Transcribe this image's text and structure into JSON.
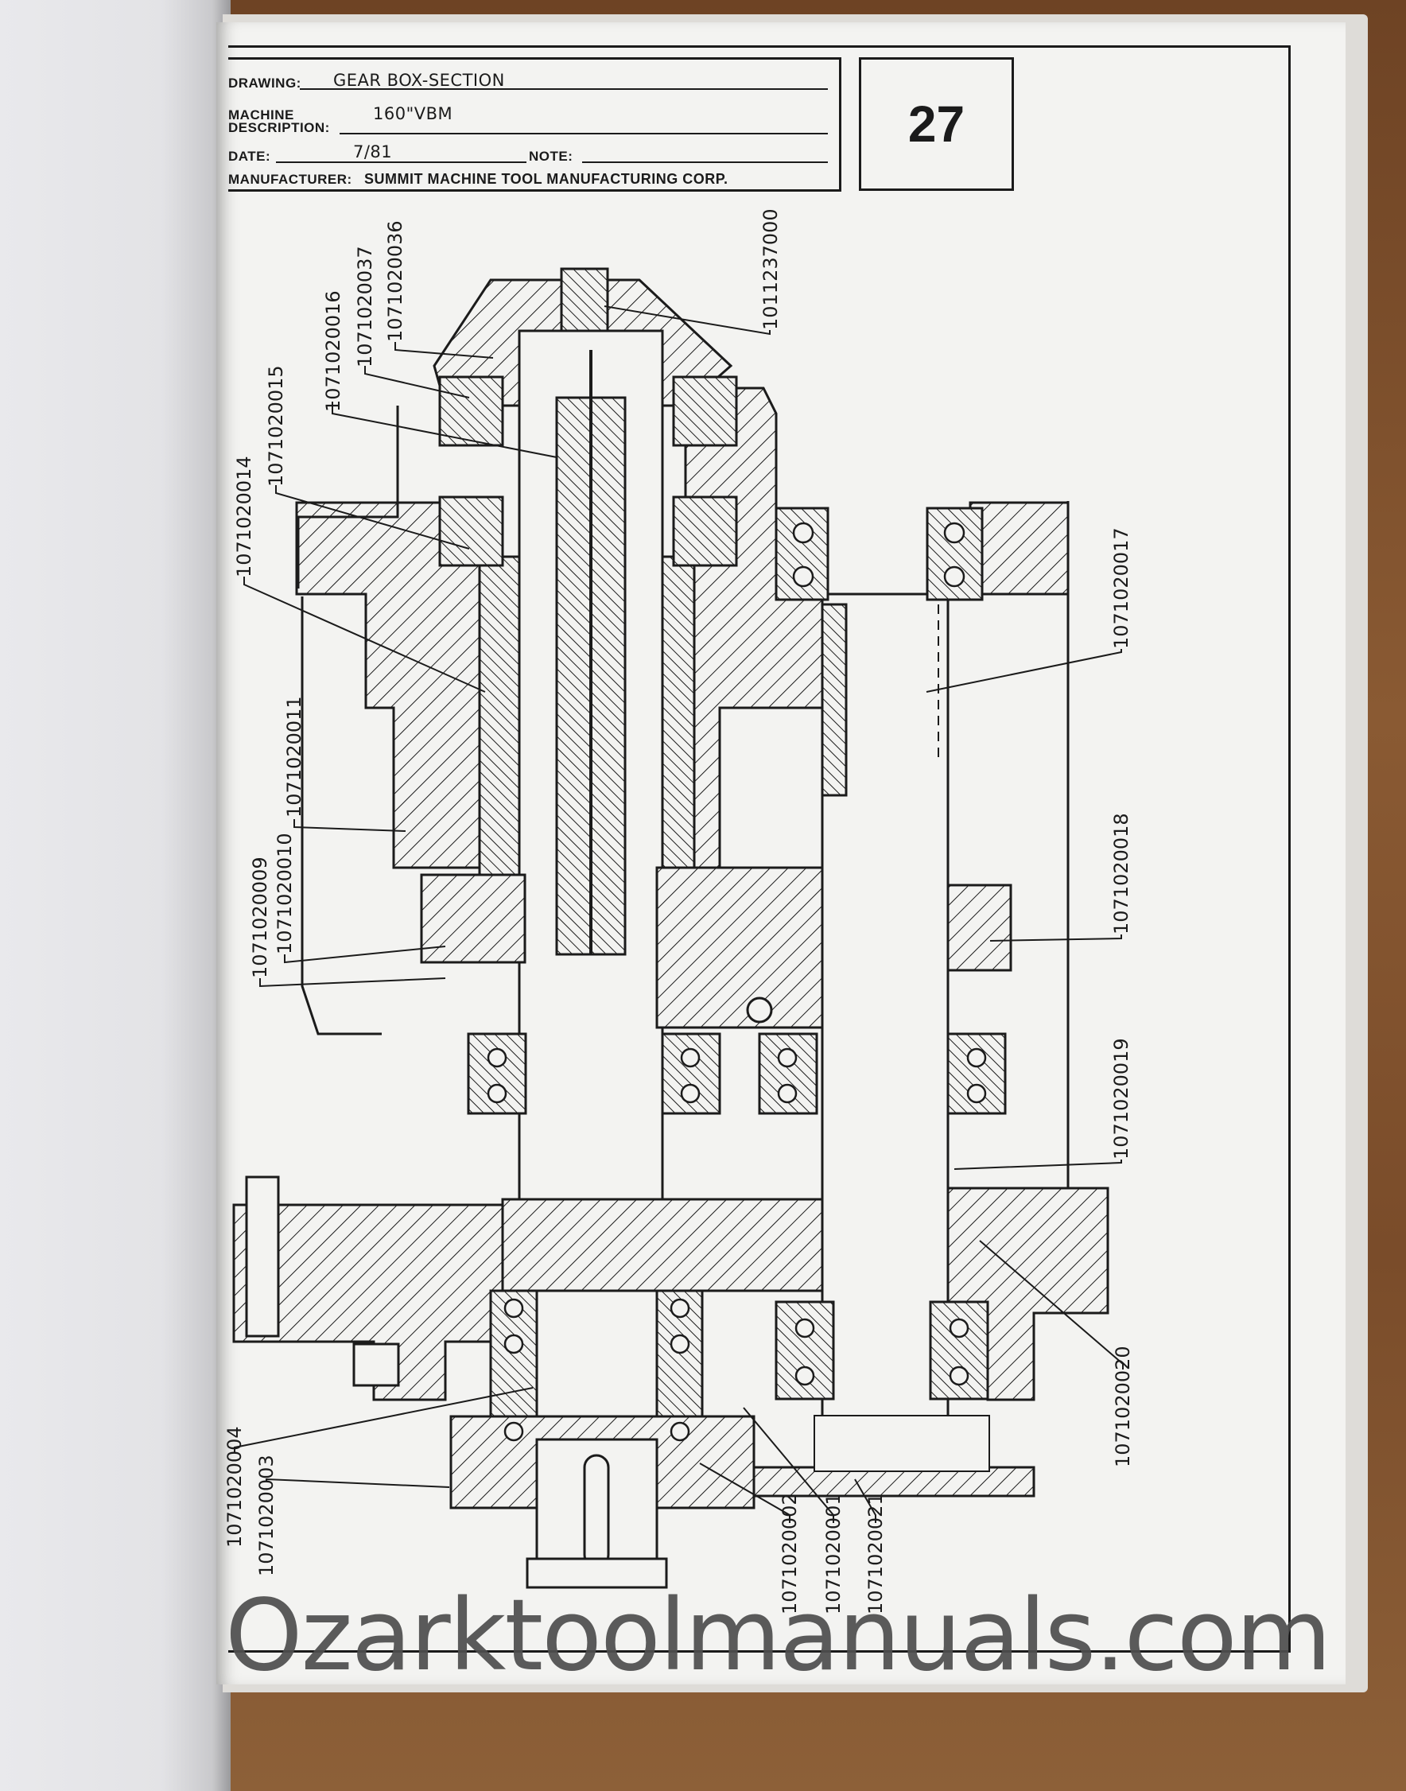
{
  "title_block": {
    "drawing_label": "DRAWING:",
    "drawing_value": "GEAR BOX-SECTION",
    "machine_label_1": "MACHINE",
    "machine_label_2": "DESCRIPTION:",
    "machine_value": "160\"VBM",
    "date_label": "DATE:",
    "date_value": "7/81",
    "note_label": "NOTE:",
    "note_value": "",
    "manufacturer_label": "MANUFACTURER:",
    "manufacturer_value": "SUMMIT MACHINE TOOL MANUFACTURING CORP."
  },
  "page_number": "27",
  "part_labels": {
    "p1011237000": "1011237000",
    "p1071020036": "1071020036",
    "p1071020037": "1071020037",
    "p1071020016": "1071020016",
    "p1071020015": "1071020015",
    "p1071020014": "1071020014",
    "p1071020011": "1071020011",
    "p1071020010": "1071020010",
    "p1071020009": "1071020009",
    "p1071020017": "1071020017",
    "p1071020018": "1071020018",
    "p1071020019": "1071020019",
    "p1071020020": "1071020020",
    "p1071020004": "1071020004",
    "p1071020003": "1071020003",
    "p1071020002": "1071020002",
    "p1071020001": "1071020001",
    "p1071020021": "1071020021"
  },
  "watermark": "Ozarktoolmanuals.com"
}
